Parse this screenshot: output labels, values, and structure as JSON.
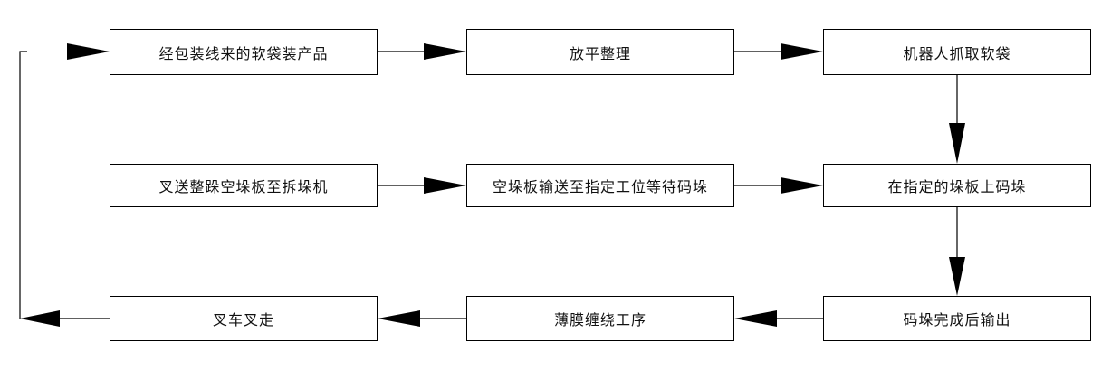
{
  "steps": {
    "incoming_bags": "经包装线来的软袋装产品",
    "flatten": "放平整理",
    "robot_grab": "机器人抓取软袋",
    "fork_empty_pallets": "叉送整跺空垛板至拆垛机",
    "pallet_convey": "空垛板输送至指定工位等待码垛",
    "stack_on_pallet": "在指定的垛板上码垛",
    "forklift_away": "叉车叉走",
    "film_wrap": "薄膜缠绕工序",
    "output": "码垛完成后输出"
  }
}
